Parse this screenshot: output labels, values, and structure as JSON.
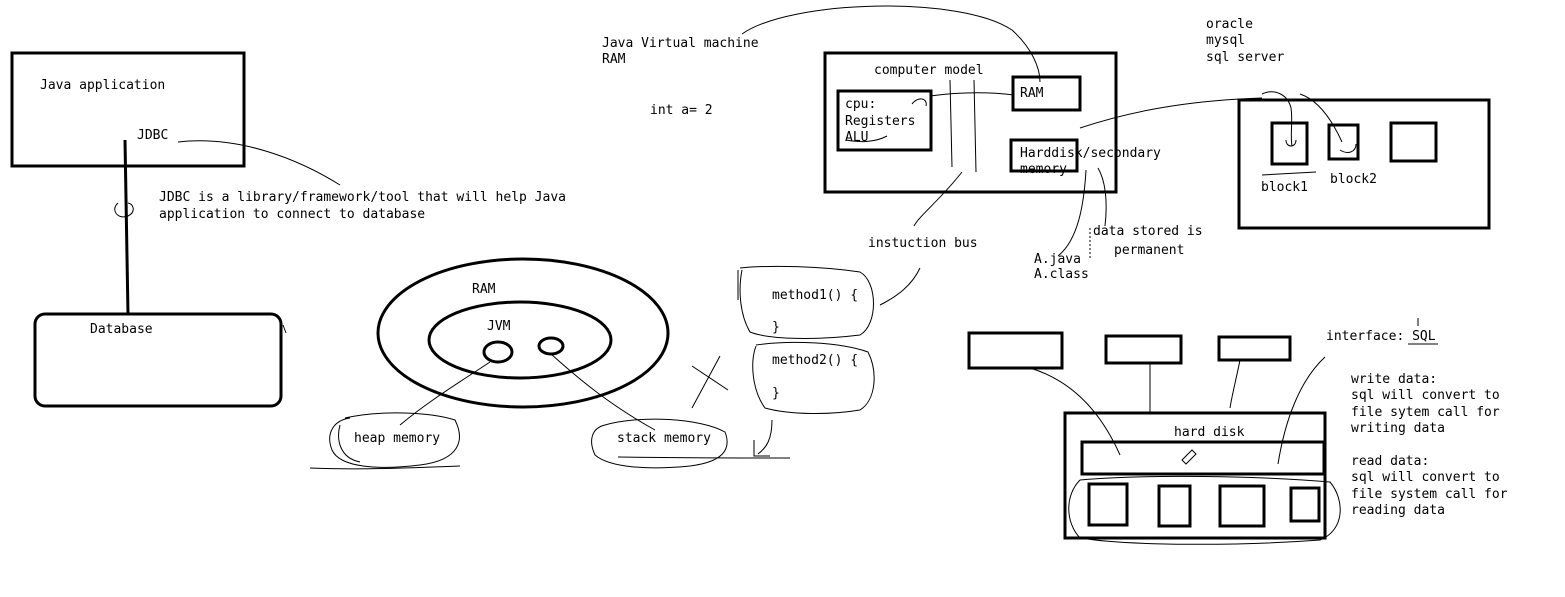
{
  "labels": {
    "java_application": "Java application",
    "jdbc": "JDBC",
    "jdbc_desc_1": "JDBC is a library/framework/tool that will help Java",
    "jdbc_desc_2": "application to connect to database",
    "database": "Database",
    "jvm_title_1": "Java Virtual machine",
    "jvm_title_2": "RAM",
    "int_a": "int a= 2",
    "computer_model": "computer model",
    "cpu": "cpu:",
    "registers": "Registers",
    "alu": "ALU",
    "ram_box": "RAM",
    "harddisk_1": "Harddisk/secondary",
    "harddisk_2": "memory",
    "instruction_bus": "instuction bus",
    "data_stored_1": "data stored is",
    "data_stored_2": "permanent",
    "a_java": "A.java",
    "a_class": "A.class",
    "oracle": "oracle",
    "mysql": "mysql",
    "sql_server": "sql server",
    "block1": "block1",
    "block2": "block2",
    "ram_ellipse": "RAM",
    "jvm": "JVM",
    "heap_memory": "heap memory",
    "stack_memory": "stack memory",
    "method1_open": "method1() {",
    "method1_close": "}",
    "method2_open": "method2() {",
    "method2_close": "}",
    "interface_sql": "interface: SQL",
    "hard_disk": "hard disk",
    "write_1": "write data:",
    "write_2": "sql will convert to",
    "write_3": "file sytem call for",
    "write_4": "writing data",
    "read_1": "read data:",
    "read_2": "sql will convert to",
    "read_3": "file system call for",
    "read_4": "reading data"
  }
}
